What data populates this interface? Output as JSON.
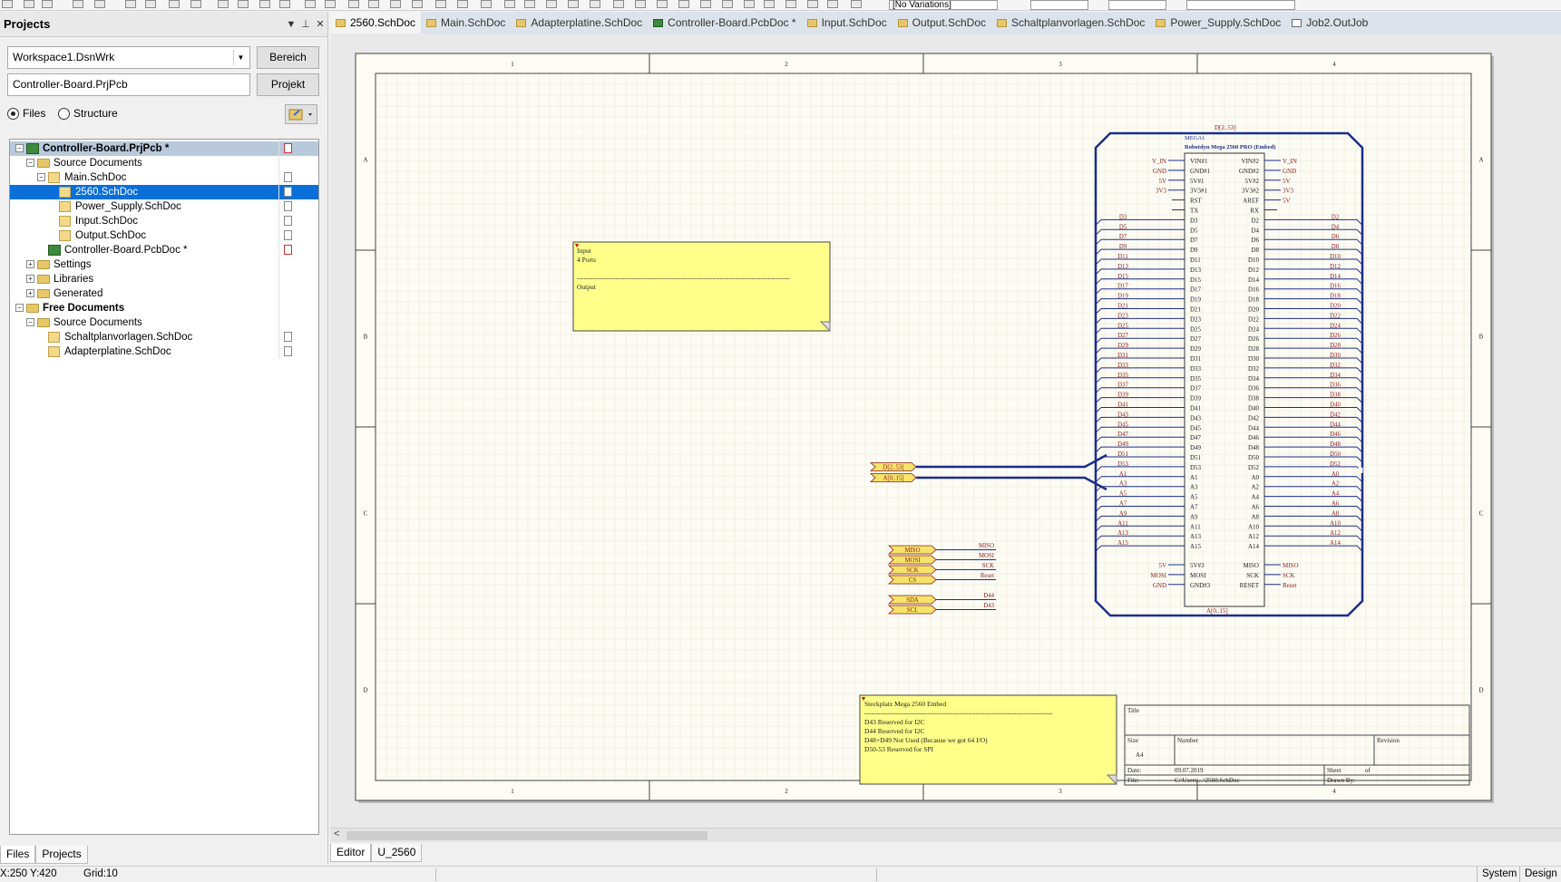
{
  "toolbar": {
    "variations": "[No Variations]"
  },
  "panel": {
    "title": "Projects",
    "workspace": "Workspace1.DsnWrk",
    "workspace_button": "Bereich",
    "project": "Controller-Board.PrjPcb",
    "project_button": "Projekt",
    "radio_files": "Files",
    "radio_structure": "Structure",
    "tree": [
      {
        "label": "Controller-Board.PrjPcb *",
        "level": 0,
        "kind": "project",
        "bold": true,
        "state": "sel-proj",
        "exp": "-",
        "file_icon": "red"
      },
      {
        "label": "Source Documents",
        "level": 1,
        "kind": "folder",
        "exp": "-"
      },
      {
        "label": "Main.SchDoc",
        "level": 2,
        "kind": "doc",
        "exp": "-",
        "file_icon": "doc"
      },
      {
        "label": "2560.SchDoc",
        "level": 3,
        "kind": "doc",
        "state": "sel",
        "file_icon": "doc"
      },
      {
        "label": "Power_Supply.SchDoc",
        "level": 3,
        "kind": "doc",
        "file_icon": "doc"
      },
      {
        "label": "Input.SchDoc",
        "level": 3,
        "kind": "doc",
        "file_icon": "doc"
      },
      {
        "label": "Output.SchDoc",
        "level": 3,
        "kind": "doc",
        "file_icon": "doc"
      },
      {
        "label": "Controller-Board.PcbDoc *",
        "level": 2,
        "kind": "pcb",
        "file_icon": "red"
      },
      {
        "label": "Settings",
        "level": 1,
        "kind": "folder",
        "exp": "+"
      },
      {
        "label": "Libraries",
        "level": 1,
        "kind": "folder",
        "exp": "+"
      },
      {
        "label": "Generated",
        "level": 1,
        "kind": "folder",
        "exp": "+"
      },
      {
        "label": "Free Documents",
        "level": 0,
        "kind": "folder",
        "bold": true,
        "exp": "-"
      },
      {
        "label": "Source Documents",
        "level": 1,
        "kind": "folder",
        "exp": "-"
      },
      {
        "label": "Schaltplanvorlagen.SchDoc",
        "level": 2,
        "kind": "doc",
        "file_icon": "doc"
      },
      {
        "label": "Adapterplatine.SchDoc",
        "level": 2,
        "kind": "doc",
        "file_icon": "doc"
      }
    ],
    "tabs": [
      "Files",
      "Projects"
    ]
  },
  "doc_tabs": [
    {
      "label": "2560.SchDoc",
      "active": true,
      "icon": "sch"
    },
    {
      "label": "Main.SchDoc",
      "icon": "sch"
    },
    {
      "label": "Adapterplatine.SchDoc",
      "icon": "sch"
    },
    {
      "label": "Controller-Board.PcbDoc *",
      "icon": "pcb"
    },
    {
      "label": "Input.SchDoc",
      "icon": "sch"
    },
    {
      "label": "Output.SchDoc",
      "icon": "sch"
    },
    {
      "label": "Schaltplanvorlagen.SchDoc",
      "icon": "sch"
    },
    {
      "label": "Power_Supply.SchDoc",
      "icon": "sch"
    },
    {
      "label": "Job2.OutJob",
      "icon": "job"
    }
  ],
  "editor_tabs": [
    "Editor",
    "U_2560"
  ],
  "status": {
    "coords": "X:250 Y:420",
    "grid": "Grid:10",
    "buttons": [
      "System",
      "Design"
    ]
  },
  "schematic": {
    "zones_cols": [
      "1",
      "2",
      "3",
      "4"
    ],
    "zones_rows": [
      "A",
      "B",
      "C",
      "D"
    ],
    "note1": {
      "lines": [
        "Input",
        "4 Ports",
        "",
        "----------------------------------------------------------------------------------------------",
        "Output"
      ]
    },
    "note2": {
      "lines": [
        "Steckplatz Mega 2560 Embed",
        "-----------------------------------------------------------------------------------",
        "D43 Reserved for I2C",
        "D44 Reserved for I2C",
        "D48+D49 Not Used (Because we got 64 I/O)",
        "D50-53 Reserved for SPI"
      ]
    },
    "component": {
      "designator": "MEGA1",
      "name": "Robotdyn Mega 2560 PRO (Embed)",
      "bus_top": "D[2..53]",
      "bus_bottom": "A[0..15]",
      "power_left": [
        [
          "VIN#1",
          "V_IN"
        ],
        [
          "GND#1",
          "GND"
        ],
        [
          "5V#1",
          "5V"
        ],
        [
          "3V3#1",
          "3V3"
        ]
      ],
      "power_right": [
        [
          "VIN#2",
          "V_IN"
        ],
        [
          "GND#2",
          "GND"
        ],
        [
          "5V#2",
          "5V"
        ],
        [
          "3V3#2",
          "3V3"
        ],
        [
          "AREF",
          "5V"
        ]
      ],
      "misc_left": [
        "RST",
        "TX"
      ],
      "misc_right": [
        "RX"
      ],
      "d_left": [
        "D3",
        "D5",
        "D7",
        "D9",
        "D11",
        "D13",
        "D15",
        "D17",
        "D19",
        "D21",
        "D23",
        "D25",
        "D27",
        "D29",
        "D31",
        "D33",
        "D35",
        "D37",
        "D39",
        "D41",
        "D43",
        "D45",
        "D47",
        "D49",
        "D51",
        "D53"
      ],
      "d_right": [
        "D2",
        "D4",
        "D6",
        "D8",
        "D10",
        "D12",
        "D14",
        "D16",
        "D18",
        "D20",
        "D22",
        "D24",
        "D26",
        "D28",
        "D30",
        "D32",
        "D34",
        "D36",
        "D38",
        "D40",
        "D42",
        "D44",
        "D46",
        "D48",
        "D50",
        "D52"
      ],
      "a_left": [
        "A1",
        "A3",
        "A5",
        "A7",
        "A9",
        "A11",
        "A13",
        "A15"
      ],
      "a_right": [
        "A0",
        "A2",
        "A4",
        "A6",
        "A8",
        "A10",
        "A12",
        "A14"
      ],
      "spi_left": [
        [
          "5V#3",
          "5V"
        ],
        [
          "MOSI",
          "MOSI"
        ],
        [
          "GND#3",
          "GND"
        ]
      ],
      "spi_right": [
        [
          "MISO",
          "MISO"
        ],
        [
          "SCK",
          "SCK"
        ],
        [
          "RESET",
          "Reset"
        ]
      ]
    },
    "ports_bus": [
      "D[2..53]",
      "A[0..15]"
    ],
    "ports_spi": [
      [
        "MISO",
        "MISO"
      ],
      [
        "MOSI",
        "MOSI"
      ],
      [
        "SCK",
        "SCK"
      ],
      [
        "CS",
        "Reset"
      ]
    ],
    "ports_i2c": [
      [
        "SDA",
        "D44"
      ],
      [
        "SCL",
        "D43"
      ]
    ],
    "title_block": {
      "title": "Title",
      "size": "Size",
      "size_val": "A4",
      "number": "Number",
      "revision": "Revision",
      "date": "Date:",
      "date_val": "09.07.2019",
      "file": "File:",
      "file_val": "C:\\Users\\...\\2560.SchDoc",
      "sheet": "Sheet",
      "of": "of",
      "drawn": "Drawn By:"
    }
  },
  "colors": {
    "wire": "#1c2d8c",
    "net_label": "#8b1a1a",
    "note": "#ffff8a",
    "port": "#f6e36a",
    "sheet": "#fdfcf4"
  }
}
